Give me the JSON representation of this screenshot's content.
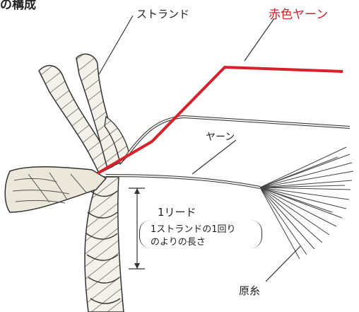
{
  "labels": {
    "heading": "の構成",
    "strand": "ストランド",
    "red_yarn": "赤色ヤーン",
    "yarn": "ヤーン",
    "lead": "1リード",
    "lead_note_line1": "1ストランドの1回り",
    "lead_note_line2": "のよりの長さ",
    "fiber": "原糸"
  },
  "colors": {
    "red_yarn": "#d9212b",
    "line": "#333333"
  }
}
